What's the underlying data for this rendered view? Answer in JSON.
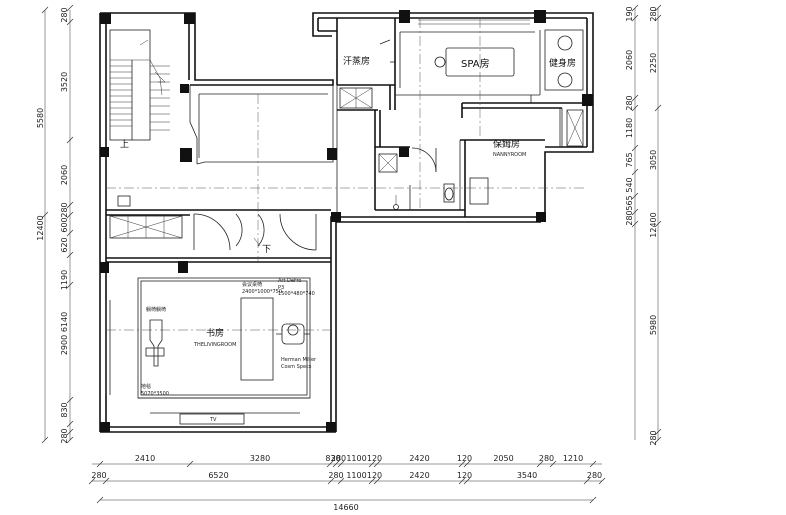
{
  "rooms": {
    "sauna": "汗蒸房",
    "spa": "SPA房",
    "fitness": "健身房",
    "nanny": "保姆房",
    "nanny_en": "NANNYROOM",
    "study": "书房",
    "study_en": "THELIVINGROOM",
    "stair_up": "上",
    "stair_down": "下"
  },
  "furniture": {
    "tv": "TV",
    "carpet_title": "地毯",
    "carpet_size": "5070*3500",
    "desk_title": "会议桌椅",
    "desk_size": "2400*1000*750",
    "shelf_brand": "Art DeFro",
    "shelf_model": "P3",
    "shelf_size": "1500*480*740",
    "chair_brand": "Herman Miller",
    "chair_model": "Cosm Specs",
    "lounge_title": "躺椅躺椅"
  },
  "dims_top": [
    "2410",
    "3280",
    "830",
    "280",
    "1100",
    "120",
    "2420",
    "120",
    "2050",
    "280",
    "1210"
  ],
  "dims_bottom": [
    "280",
    "6520",
    "280",
    "1100",
    "120",
    "2420",
    "120",
    "3540",
    "280"
  ],
  "dim_total_bottom": "14660",
  "dims_left_outer": [
    "5580",
    "12400"
  ],
  "dims_left_inner": [
    "280",
    "3520",
    "2060",
    "280",
    "600",
    "620",
    "1190",
    "6140",
    "2900",
    "830",
    "280"
  ],
  "dims_right_inner": [
    "190",
    "2060",
    "280",
    "1180",
    "765",
    "540",
    "565",
    "280"
  ],
  "dims_right_outer": [
    "280",
    "2250",
    "3050",
    "12400",
    "5980",
    "280"
  ]
}
